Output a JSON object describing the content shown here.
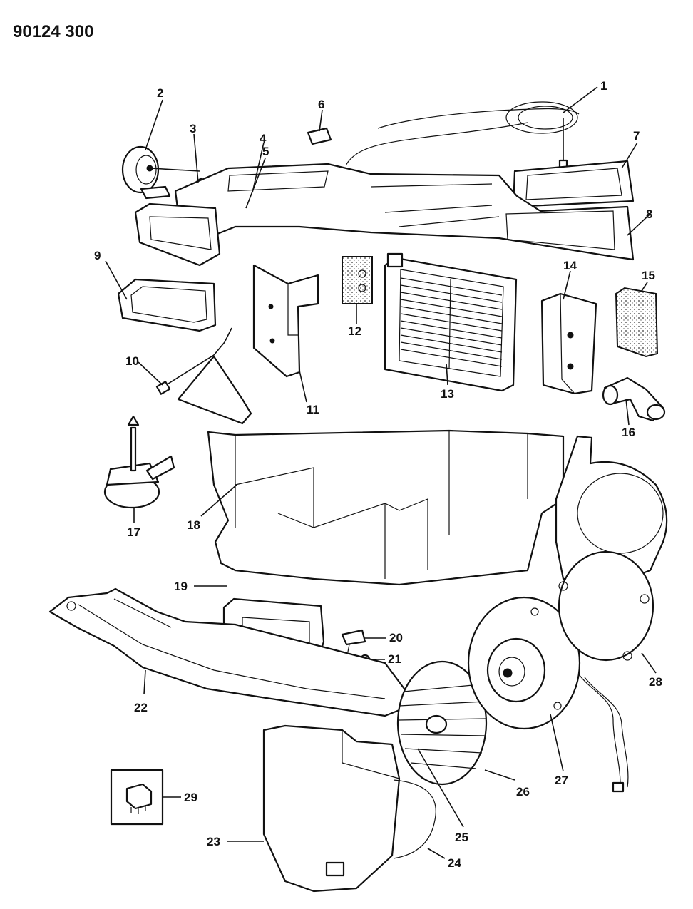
{
  "diagram": {
    "code": "90124 300",
    "callouts": [
      "1",
      "2",
      "3",
      "4",
      "5",
      "6",
      "7",
      "8",
      "9",
      "10",
      "11",
      "12",
      "13",
      "14",
      "15",
      "16",
      "17",
      "18",
      "19",
      "20",
      "21",
      "22",
      "23",
      "24",
      "25",
      "26",
      "27",
      "28",
      "29"
    ]
  }
}
